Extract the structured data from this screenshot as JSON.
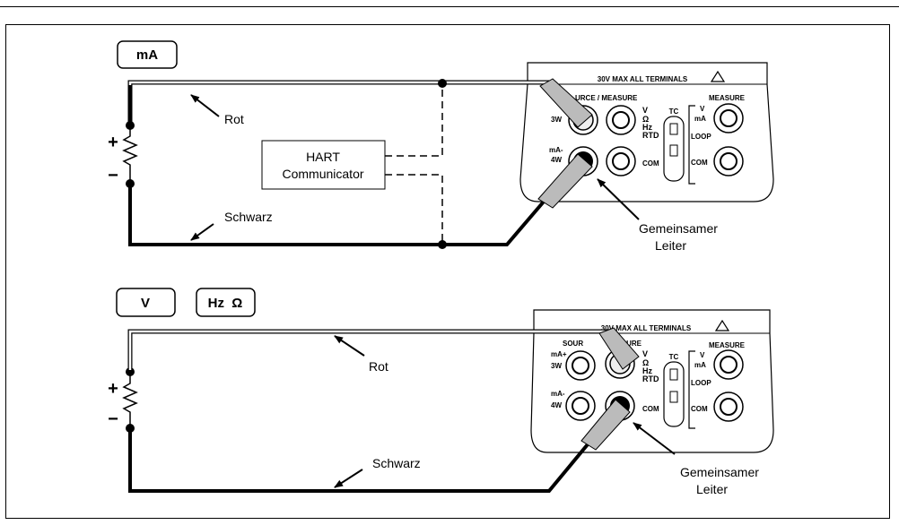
{
  "top": {
    "key_ma": "mA",
    "label_red": "Rot",
    "label_black": "Schwarz",
    "hart_line1": "HART",
    "hart_line2": "Communicator",
    "common_line1": "Gemeinsamer",
    "common_line2": "Leiter",
    "plus": "+",
    "minus": "−"
  },
  "bottom": {
    "key_v": "V",
    "key_hz_ohm": "Hz  Ω",
    "label_red": "Rot",
    "label_black": "Schwarz",
    "common_line1": "Gemeinsamer",
    "common_line2": "Leiter",
    "plus": "+",
    "minus": "−"
  },
  "calibrator": {
    "warning": "30V MAX ALL TERMINALS",
    "source_measure_top": "URCE / MEASURE",
    "source_bottom": "SOUR",
    "measure_after_plug": "ASURE",
    "measure": "MEASURE",
    "t_3w": "3W",
    "t_4w": "4W",
    "t_ma_plus": "mA+",
    "t_ma_minus": "mA-",
    "v": "V",
    "ohm": "Ω",
    "hz": "Hz",
    "rtd": "RTD",
    "com": "COM",
    "tc": "TC",
    "ma": "mA",
    "loop": "LOOP"
  }
}
